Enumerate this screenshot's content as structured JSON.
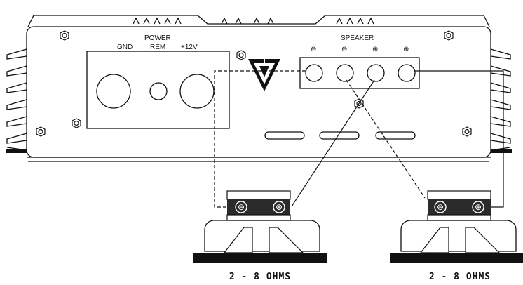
{
  "power": {
    "title": "POWER",
    "gnd": "GND",
    "rem": "REM",
    "v12": "+12V"
  },
  "speaker": {
    "title": "SPEAKER",
    "terminals": [
      "⊖",
      "⊖",
      "⊕",
      "⊕"
    ]
  },
  "speakers": [
    {
      "minus": "⊖",
      "plus": "⊕",
      "impedance": "2 - 8 OHMS"
    },
    {
      "minus": "⊖",
      "plus": "⊕",
      "impedance": "2 - 8 OHMS"
    }
  ],
  "colors": {
    "line": "#111111",
    "terminal_bar": "#2b2b2b",
    "background": "#ffffff"
  },
  "icons": {
    "logo": "triangle-v-logo-icon",
    "screw": "hex-screw-icon"
  }
}
